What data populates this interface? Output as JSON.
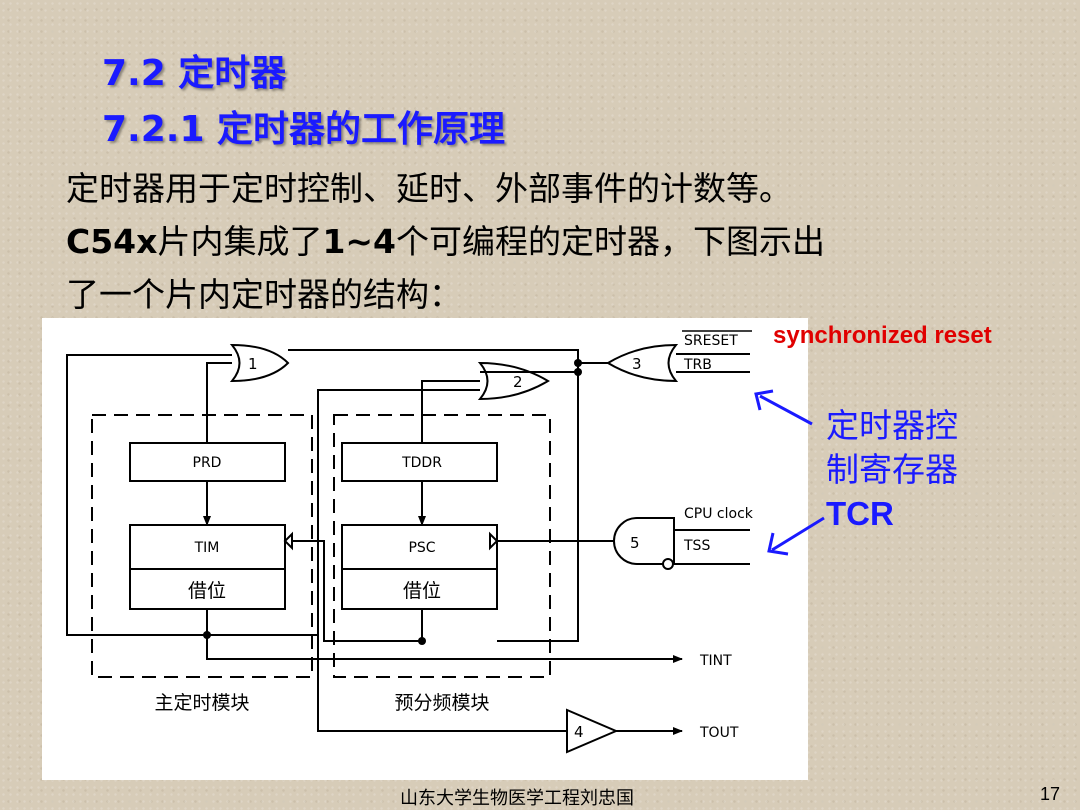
{
  "title": {
    "line1": "7.2 定时器",
    "line2": "7.2.1 定时器的工作原理"
  },
  "body": {
    "line1": "定时器用于定时控制、延时、外部事件的计数等。",
    "line2_a": "C54x",
    "line2_b": "片内集成了",
    "line2_c": "1~4",
    "line2_d": "个可编程的定时器，下图示出",
    "line3": "了一个片内定时器的结构："
  },
  "diagram": {
    "gate1": "1",
    "gate2": "2",
    "gate3": "3",
    "gate4": "4",
    "gate5": "5",
    "prd": "PRD",
    "tim": "TIM",
    "tddr": "TDDR",
    "psc": "PSC",
    "borrow_main": "借位",
    "borrow_pre": "借位",
    "main_module": "主定时模块",
    "prescaler_module": "预分频模块",
    "sreset": "SRESET",
    "trb": "TRB",
    "cpu_clock": "CPU clock",
    "tss": "TSS",
    "tint": "TINT",
    "tout": "TOUT"
  },
  "annotations": {
    "sync_reset": "synchronized reset",
    "tcr_line1": "定时器控",
    "tcr_line2": "制寄存器",
    "tcr_line3": "TCR"
  },
  "footer": {
    "author": "山东大学生物医学工程刘忠国",
    "page": "17"
  },
  "colors": {
    "title": "#1a1aff",
    "annotation_red": "#e00000",
    "annotation_blue": "#1a1aff"
  }
}
